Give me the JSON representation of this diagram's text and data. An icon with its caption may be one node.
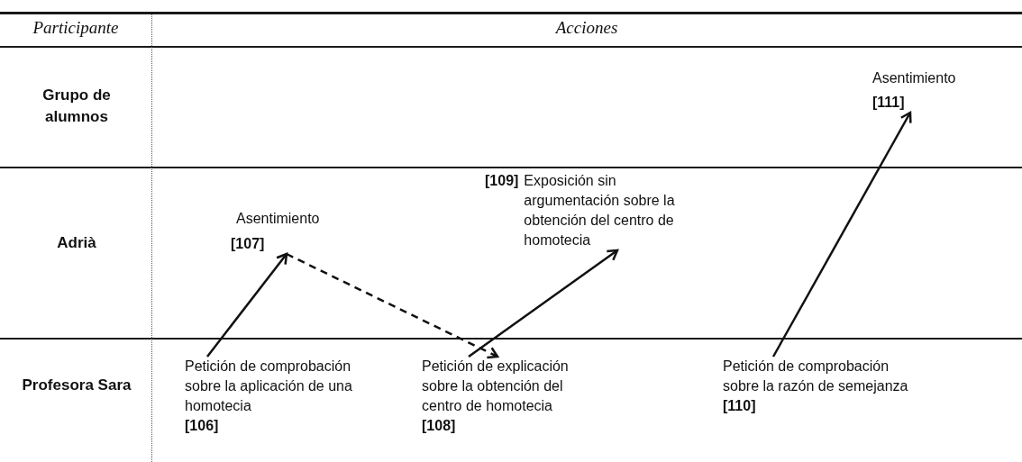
{
  "diagram": {
    "nodes": [
      {
        "text": [
          "Petición de comprobación sobre la aplicación de una homotecia",
          "[106]"
        ]
      },
      {
        "text": [
          "Asentimiento",
          "[107]"
        ]
      },
      {
        "text": [
          "Petición de explicación sobre la obtención del centro de homotecia",
          "[108]"
        ]
      },
      {
        "text": [
          "[109]",
          "Exposición sin argumentación sobre la obtención del centro de homotecia"
        ]
      },
      {
        "text": [
          "Petición de comprobación sobre la razón de semejanza",
          "[110]"
        ]
      },
      {
        "text": [
          "Asentimiento",
          "[111]"
        ]
      }
    ],
    "edges": [
      {
        "from": 0,
        "to": 1,
        "arrow": "to"
      },
      {
        "from": 1,
        "to": 2,
        "arrow": "to",
        "style": "dashed"
      },
      {
        "from": 2,
        "to": 3,
        "arrow": "to"
      },
      {
        "from": 4,
        "to": 5,
        "arrow": "to"
      }
    ],
    "labels": [
      "Participante",
      "Acciones",
      "Grupo de alumnos",
      "Adrià",
      "Profesora Sara"
    ]
  }
}
